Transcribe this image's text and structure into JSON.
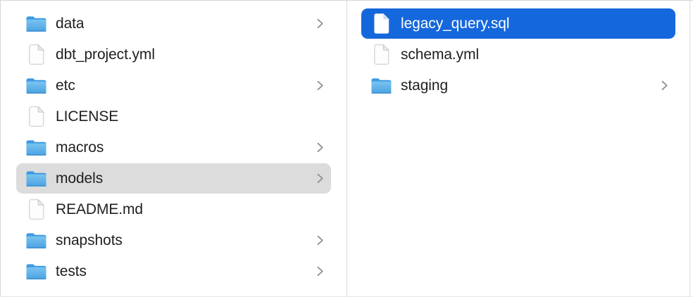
{
  "window": {
    "kind": "finder-column-view"
  },
  "colors": {
    "background": "#ffffff",
    "edge": "#d5d5d5",
    "divider": "#dcdcdc",
    "text": "#1f1f1f",
    "text_selected": "#ffffff",
    "selection_active_blue": "#1567dc",
    "selection_inactive_gray": "#dcdcdc",
    "chevron_gray": "#8e8e8e",
    "folder_blue_back": "#3f9ae2",
    "folder_blue_front_top": "#7ac3f0",
    "folder_blue_front_bottom": "#4aa3e2"
  },
  "columns": [
    {
      "id": "column-1",
      "items": [
        {
          "label": "data",
          "icon": "folder",
          "chevron": true,
          "selected": false
        },
        {
          "label": "dbt_project.yml",
          "icon": "file",
          "chevron": false,
          "selected": false
        },
        {
          "label": "etc",
          "icon": "folder",
          "chevron": true,
          "selected": false
        },
        {
          "label": "LICENSE",
          "icon": "file",
          "chevron": false,
          "selected": false
        },
        {
          "label": "macros",
          "icon": "folder",
          "chevron": true,
          "selected": false
        },
        {
          "label": "models",
          "icon": "folder",
          "chevron": true,
          "selected": true,
          "selection_state": "inactive"
        },
        {
          "label": "README.md",
          "icon": "file",
          "chevron": false,
          "selected": false
        },
        {
          "label": "snapshots",
          "icon": "folder",
          "chevron": true,
          "selected": false
        },
        {
          "label": "tests",
          "icon": "folder",
          "chevron": true,
          "selected": false
        }
      ]
    },
    {
      "id": "column-2",
      "items": [
        {
          "label": "legacy_query.sql",
          "icon": "file",
          "chevron": false,
          "selected": true,
          "selection_state": "active"
        },
        {
          "label": "schema.yml",
          "icon": "file",
          "chevron": false,
          "selected": false
        },
        {
          "label": "staging",
          "icon": "folder",
          "chevron": true,
          "selected": false
        }
      ]
    }
  ]
}
